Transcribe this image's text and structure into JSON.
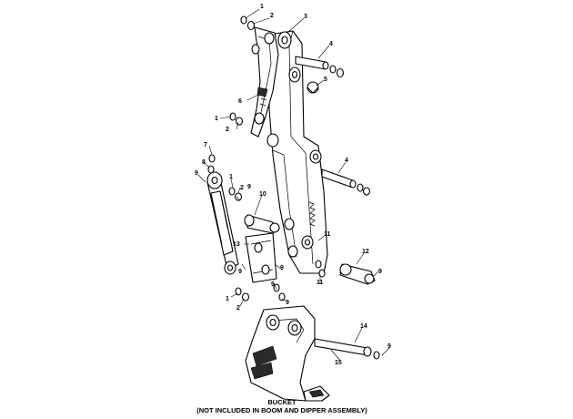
{
  "callouts": [
    "1",
    "2",
    "3",
    "4",
    "5",
    "6",
    "7",
    "8",
    "9",
    "10",
    "11",
    "12",
    "13",
    "14",
    "15"
  ],
  "caption": {
    "line1": "BUCKET",
    "line2": "(NOT INCLUDED IN BOOM AND DIPPER ASSEMBLY)"
  }
}
